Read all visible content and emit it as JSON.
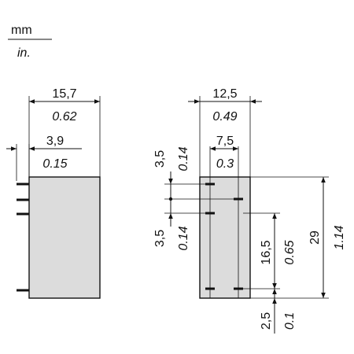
{
  "units": {
    "metric": "mm",
    "imperial": "in."
  },
  "side_view": {
    "width": {
      "mm": "15,7",
      "in": "0.62"
    },
    "pin_offset": {
      "mm": "3,9",
      "in": "0.15"
    }
  },
  "pin_view": {
    "width": {
      "mm": "12,5",
      "in": "0.49"
    },
    "pin_spacing_x": {
      "mm": "7,5",
      "in": "0.3"
    },
    "top_pitch": {
      "mm": "3,5",
      "in": "0.14"
    },
    "second_pitch": {
      "mm": "3,5",
      "in": "0.14"
    },
    "pin_row_span": {
      "mm": "16,5",
      "in": "0.65"
    },
    "height": {
      "mm": "29",
      "in": "1.14"
    },
    "bottom_offset": {
      "mm": "2,5",
      "in": "0.1"
    }
  },
  "colors": {
    "body_fill": "#dcdcdc",
    "line": "#111111"
  }
}
